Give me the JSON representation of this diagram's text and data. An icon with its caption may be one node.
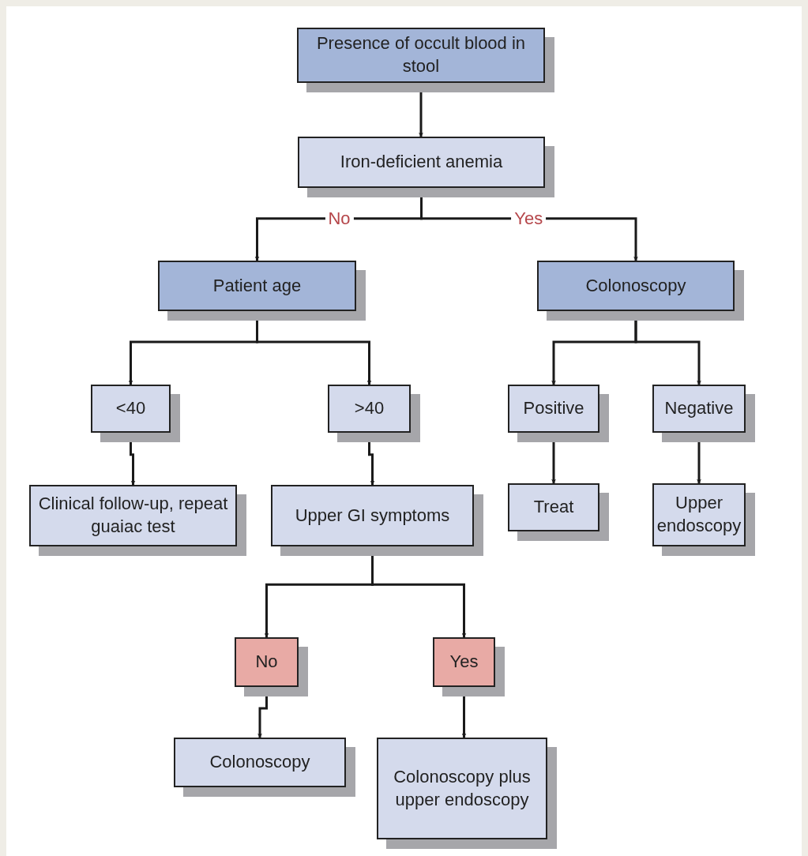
{
  "diagram": {
    "nodes": [
      {
        "text": [
          "Presence of occult blood in stool"
        ]
      },
      {
        "text": [
          "Iron-deficient anemia"
        ]
      },
      {
        "text": [
          "Patient age"
        ]
      },
      {
        "text": [
          "Colonoscopy"
        ]
      },
      {
        "text": [
          "<40"
        ]
      },
      {
        "text": [
          ">40"
        ]
      },
      {
        "text": [
          "Positive"
        ]
      },
      {
        "text": [
          "Negative"
        ]
      },
      {
        "text": [
          "Clinical follow-up, repeat guaiac test"
        ]
      },
      {
        "text": [
          "Upper GI symptoms"
        ]
      },
      {
        "text": [
          "Treat"
        ]
      },
      {
        "text": [
          "Upper endoscopy"
        ]
      },
      {
        "text": [
          "No"
        ]
      },
      {
        "text": [
          "Yes"
        ]
      },
      {
        "text": [
          "Colonoscopy"
        ]
      },
      {
        "text": [
          "Colonoscopy plus upper endoscopy"
        ]
      }
    ],
    "edges": [
      {
        "from": 0,
        "to": 1,
        "arrow": "to"
      },
      {
        "from": 1,
        "to": 2,
        "arrow": "to",
        "label": "No"
      },
      {
        "from": 1,
        "to": 3,
        "arrow": "to",
        "label": "Yes"
      },
      {
        "from": 2,
        "to": 4,
        "arrow": "to"
      },
      {
        "from": 2,
        "to": 5,
        "arrow": "to"
      },
      {
        "from": 3,
        "to": 6,
        "arrow": "to"
      },
      {
        "from": 3,
        "to": 7,
        "arrow": "to"
      },
      {
        "from": 4,
        "to": 8,
        "arrow": "to"
      },
      {
        "from": 5,
        "to": 9,
        "arrow": "to"
      },
      {
        "from": 6,
        "to": 10,
        "arrow": "to"
      },
      {
        "from": 7,
        "to": 11,
        "arrow": "to"
      },
      {
        "from": 9,
        "to": 12,
        "arrow": "to"
      },
      {
        "from": 9,
        "to": 13,
        "arrow": "to"
      },
      {
        "from": 12,
        "to": 14,
        "arrow": "to"
      },
      {
        "from": 13,
        "to": 15,
        "arrow": "to"
      }
    ]
  }
}
